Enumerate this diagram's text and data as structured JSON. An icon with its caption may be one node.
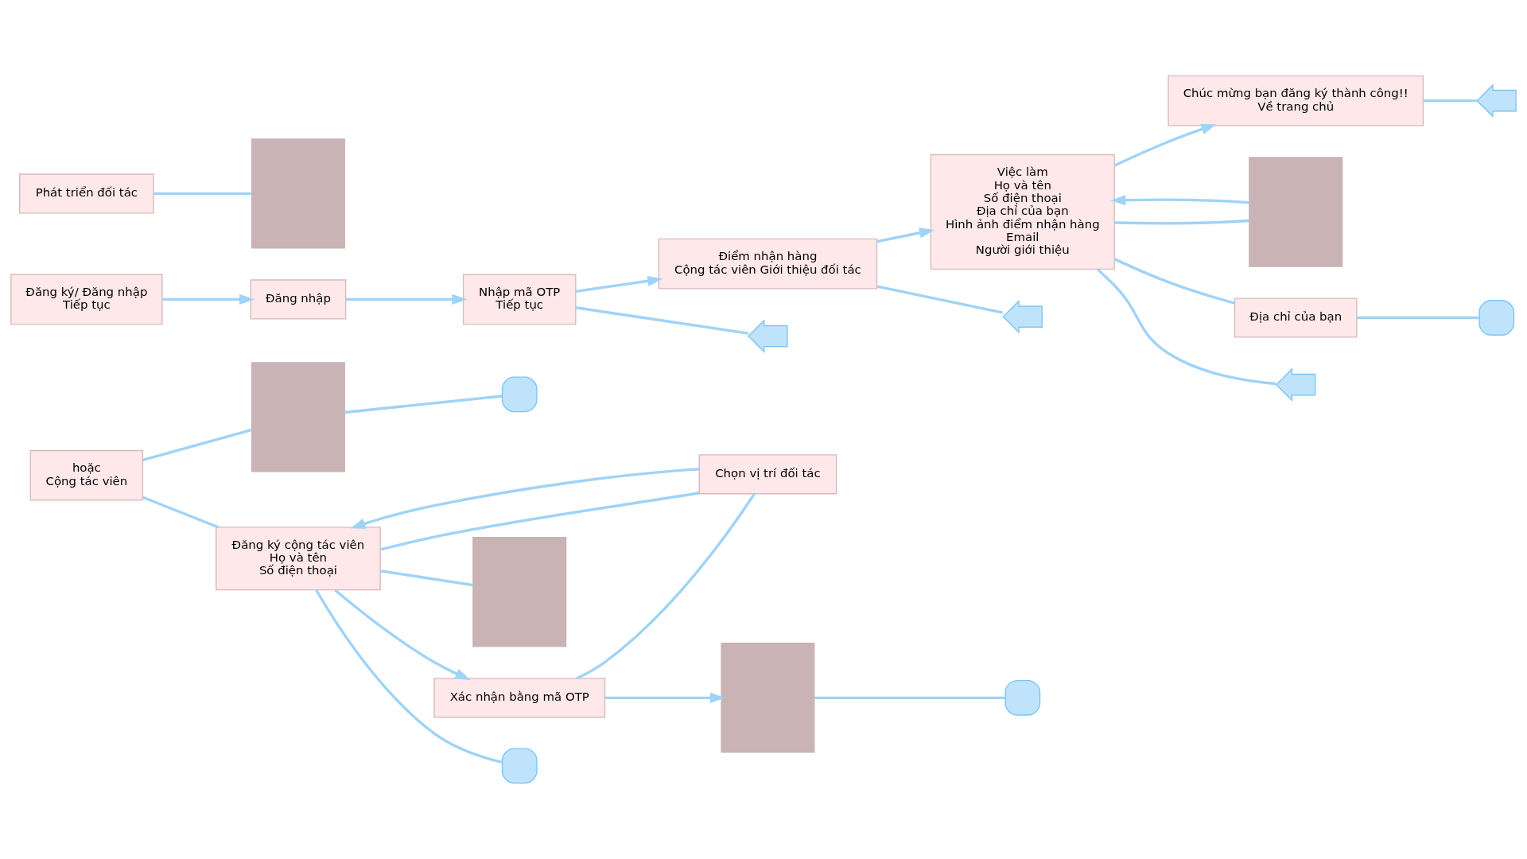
{
  "diagram": {
    "nodes": [
      {
        "text": [
          "hoặc",
          "Cộng tác viên"
        ]
      },
      {
        "text": [
          "Đăng ký/ Đăng nhập",
          "Tiếp tục"
        ]
      },
      {
        "text": [
          "Đăng nhập"
        ]
      },
      {
        "text": [
          "Nhập mã OTP",
          "Tiếp tục"
        ]
      },
      {
        "text": [
          "Điểm nhận hàng",
          "Cộng tác viên Giới thiệu đối tác"
        ]
      },
      {
        "text": [
          "Việc làm",
          "Họ và tên",
          "Số điện thoại",
          "Địa chỉ của bạn",
          "Hình ảnh điểm nhận hàng",
          "Email",
          "Người giới thiệu"
        ]
      },
      {
        "text": [
          "Chúc mừng bạn đăng ký thành công!!",
          "Về trang chủ"
        ]
      },
      {
        "text": [
          "Phát triển đối tác"
        ]
      },
      {
        "text": [],
        "shape": "box"
      },
      {
        "text": [],
        "shape": "box"
      },
      {
        "text": [
          "Địa chỉ của bạn"
        ]
      },
      {
        "text": [],
        "shape": "box"
      },
      {
        "text": [
          "Đăng ký cộng tác viên",
          "Họ và tên",
          "Số điện thoại"
        ]
      },
      {
        "text": [
          "Chọn vị trí đối tác"
        ]
      },
      {
        "text": [],
        "shape": "box"
      },
      {
        "text": [
          "Xác nhận bằng mã OTP"
        ]
      },
      {
        "text": [],
        "shape": "box"
      },
      {
        "text": [],
        "shape": "back-icon"
      },
      {
        "text": [],
        "shape": "back-icon"
      },
      {
        "text": [],
        "shape": "back-icon"
      },
      {
        "text": [],
        "shape": "back-icon"
      },
      {
        "text": [],
        "shape": "close-icon"
      },
      {
        "text": [],
        "shape": "close-icon"
      },
      {
        "text": [],
        "shape": "close-icon"
      },
      {
        "text": [],
        "shape": "close-icon"
      }
    ],
    "edges": [
      {
        "from": 1,
        "to": 2,
        "arrow": "to"
      },
      {
        "from": 2,
        "to": 3,
        "arrow": "to"
      },
      {
        "from": 3,
        "to": 4,
        "arrow": "to"
      },
      {
        "from": 4,
        "to": 5,
        "arrow": "to"
      },
      {
        "from": 5,
        "to": 6,
        "arrow": "to"
      },
      {
        "from": 5,
        "to": 9,
        "arrow": "none"
      },
      {
        "from": 5,
        "to": 10,
        "arrow": "none"
      },
      {
        "from": 9,
        "to": 5,
        "arrow": "to"
      },
      {
        "from": 7,
        "to": 8,
        "arrow": "none"
      },
      {
        "from": 0,
        "to": 11,
        "arrow": "none"
      },
      {
        "from": 0,
        "to": 12,
        "arrow": "none"
      },
      {
        "from": 12,
        "to": 13,
        "arrow": "none"
      },
      {
        "from": 13,
        "to": 12,
        "arrow": "to"
      },
      {
        "from": 12,
        "to": 14,
        "arrow": "none"
      },
      {
        "from": 12,
        "to": 15,
        "arrow": "to"
      },
      {
        "from": 15,
        "to": 13,
        "arrow": "none"
      },
      {
        "from": 15,
        "to": 16,
        "arrow": "to"
      },
      {
        "from": 3,
        "to": 17,
        "arrow": "none"
      },
      {
        "from": 4,
        "to": 18,
        "arrow": "none"
      },
      {
        "from": 5,
        "to": 19,
        "arrow": "none"
      },
      {
        "from": 6,
        "to": 20,
        "arrow": "none"
      },
      {
        "from": 11,
        "to": 21,
        "arrow": "none"
      },
      {
        "from": 12,
        "to": 22,
        "arrow": "none"
      },
      {
        "from": 10,
        "to": 23,
        "arrow": "none"
      },
      {
        "from": 16,
        "to": 24,
        "arrow": "none"
      }
    ]
  }
}
